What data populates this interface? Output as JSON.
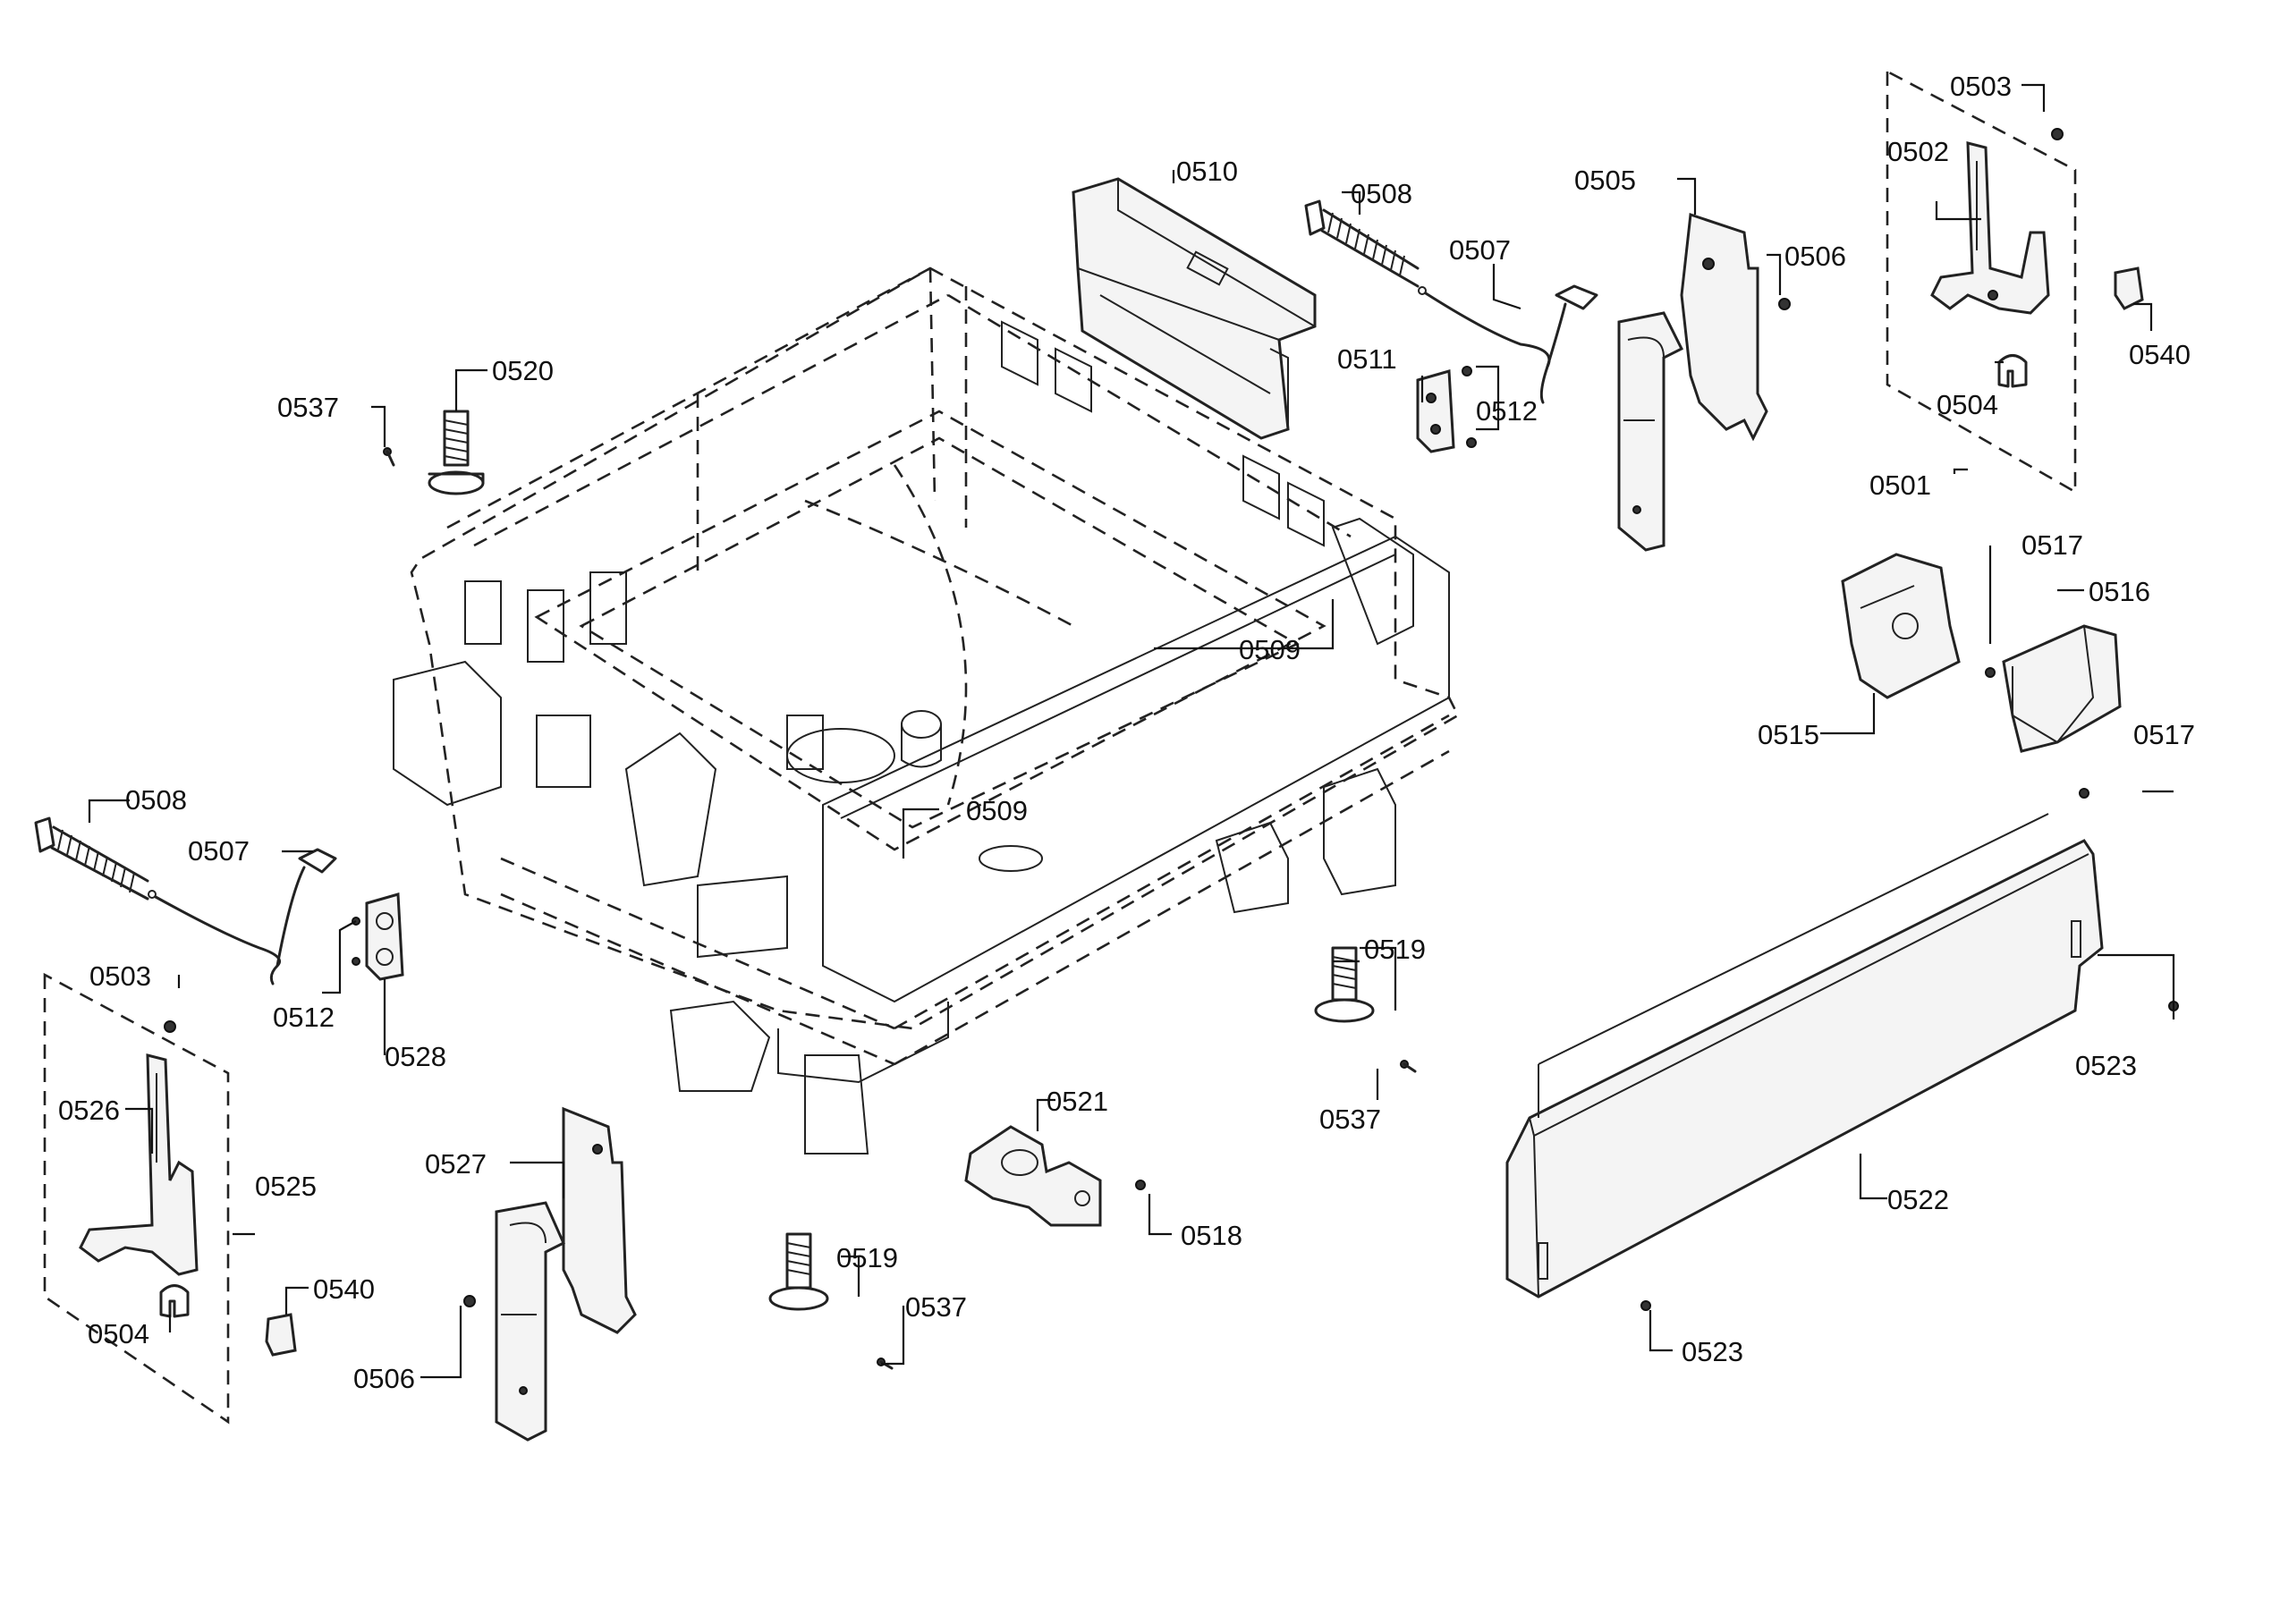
{
  "labels": {
    "c0503a": "0503",
    "c0502": "0502",
    "c0501": "0501",
    "c0504a": "0504",
    "c0540a": "0540",
    "c0505": "0505",
    "c0506a": "0506",
    "c0510": "0510",
    "c0508a": "0508",
    "c0507a": "0507",
    "c0511": "0511",
    "c0512a": "0512",
    "c0520": "0520",
    "c0537a": "0537",
    "c0509a": "0509",
    "c0517a": "0517",
    "c0516": "0516",
    "c0515": "0515",
    "c0517b": "0517",
    "c0508b": "0508",
    "c0507b": "0507",
    "c0503b": "0503",
    "c0512b": "0512",
    "c0528": "0528",
    "c0526": "0526",
    "c0525": "0525",
    "c0504b": "0504",
    "c0540b": "0540",
    "c0509b": "0509",
    "c0527": "0527",
    "c0506b": "0506",
    "c0519a": "0519",
    "c0537b": "0537",
    "c0521": "0521",
    "c0518": "0518",
    "c0519b": "0519",
    "c0537c": "0537",
    "c0523a": "0523",
    "c0522": "0522",
    "c0523b": "0523"
  }
}
